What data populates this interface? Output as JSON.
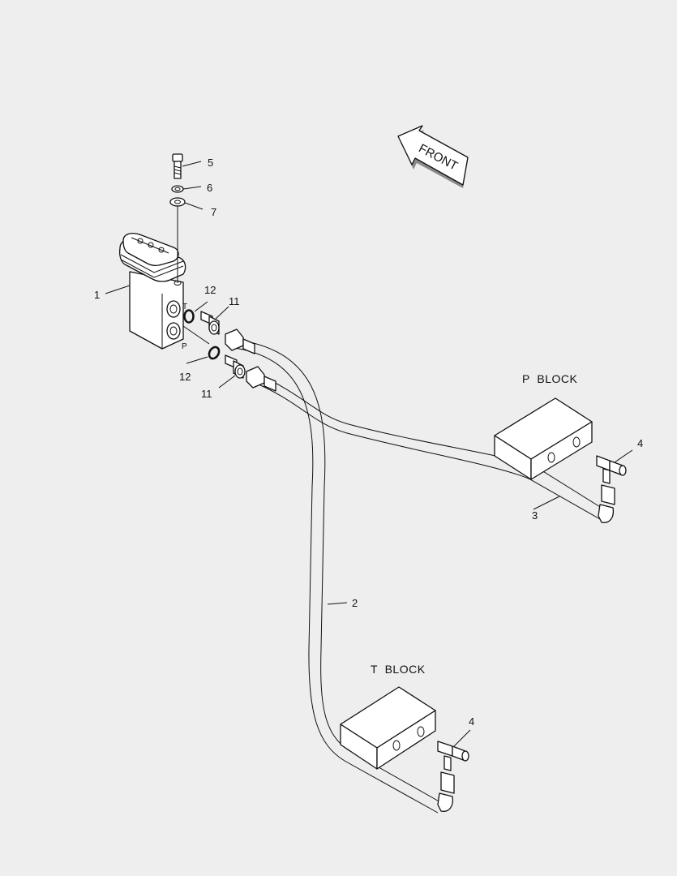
{
  "direction_arrow": {
    "text": "FRONT"
  },
  "blocks": {
    "p_block": "P  BLOCK",
    "t_block": "T  BLOCK"
  },
  "port_marks": {
    "t": "T",
    "p": "P"
  },
  "callouts": {
    "c1": "1",
    "c2": "2",
    "c3": "3",
    "c4_p": "4",
    "c4_t": "4",
    "c5": "5",
    "c6": "6",
    "c7": "7",
    "c11_top": "11",
    "c11_bottom": "11",
    "c12_top": "12",
    "c12_bottom": "12"
  }
}
